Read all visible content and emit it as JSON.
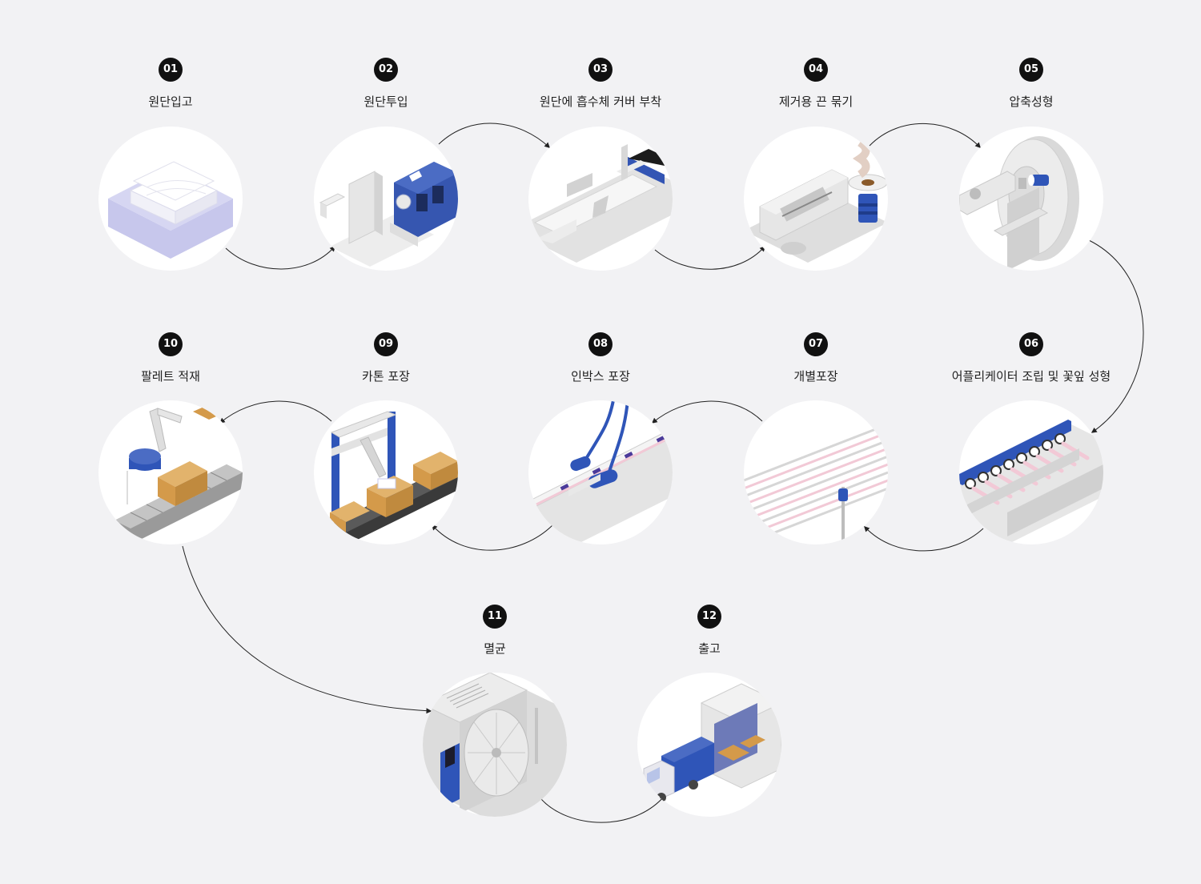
{
  "steps": [
    {
      "number": "01",
      "label": "원단입고"
    },
    {
      "number": "02",
      "label": "원단투입"
    },
    {
      "number": "03",
      "label": "원단에 흡수체 커버 부착"
    },
    {
      "number": "04",
      "label": "제거용 끈 묶기"
    },
    {
      "number": "05",
      "label": "압축성형"
    },
    {
      "number": "06",
      "label": "어플리케이터 조립 및 꽃잎 성형"
    },
    {
      "number": "07",
      "label": "개별포장"
    },
    {
      "number": "08",
      "label": "인박스 포장"
    },
    {
      "number": "09",
      "label": "카톤 포장"
    },
    {
      "number": "10",
      "label": "팔레트 적재"
    },
    {
      "number": "11",
      "label": "멸균"
    },
    {
      "number": "12",
      "label": "출고"
    }
  ],
  "colors": {
    "background": "#f2f2f4",
    "badge": "#111111",
    "accent": "#2a4fa8",
    "pink": "#f2c9d6",
    "cardboard": "#d9a95e"
  }
}
